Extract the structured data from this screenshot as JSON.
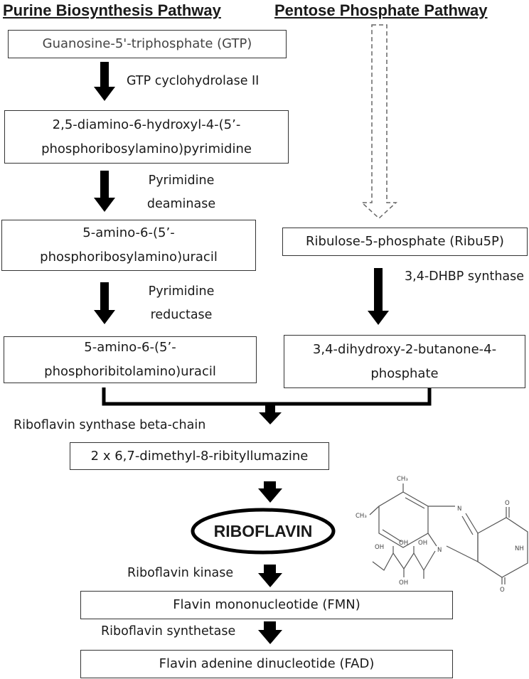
{
  "headers": {
    "purine": "Purine Biosynthesis Pathway",
    "pentose": "Pentose Phosphate Pathway"
  },
  "compounds": {
    "gtp": "Guanosine-5'-triphosphate (GTP)",
    "dahp_line1": "2,5-diamino-6-hydroxyl-4-(5’-",
    "dahp_line2": "phosphoribosylamino)pyrimidine",
    "auracil_line1": "5-amino-6-(5’-",
    "auracil_line2": "phosphoribosylamino)uracil",
    "aribitol_line1": "5-amino-6-(5’-",
    "aribitol_line2": "phosphoribitolamino)uracil",
    "ribu5p": "Ribulose-5-phosphate (Ribu5P)",
    "dhbp_line1": "3,4-dihydroxy-2-butanone-4-",
    "dhbp_line2": "phosphate",
    "lumazine": "2 x 6,7-dimethyl-8-ribityllumazine",
    "riboflavin": "RIBOFLAVIN",
    "fmn": "Flavin mononucleotide (FMN)",
    "fad": "Flavin adenine dinucleotide (FAD)"
  },
  "enzymes": {
    "gtp_cyclohydrolase": "GTP cyclohydrolase II",
    "pyr_deaminase_line1": "Pyrimidine",
    "pyr_deaminase_line2": "deaminase",
    "pyr_reductase_line1": "Pyrimidine",
    "pyr_reductase_line2": "reductase",
    "dhbp_synthase": "3,4-DHBP synthase",
    "riboflavin_synthase": "Riboflavin synthase beta-chain",
    "riboflavin_kinase": "Riboflavin kinase",
    "riboflavin_synthetase": "Riboflavin synthetase"
  },
  "structure_labels": {
    "ch3_top": "CH₃",
    "ch3_left": "CH₃",
    "n_imine": "N",
    "n_ring": "N",
    "nh": "NH",
    "o_top": "O",
    "o_bottom": "O",
    "oh1": "OH",
    "oh2": "OH",
    "oh3": "OH",
    "oh4": "OH"
  }
}
